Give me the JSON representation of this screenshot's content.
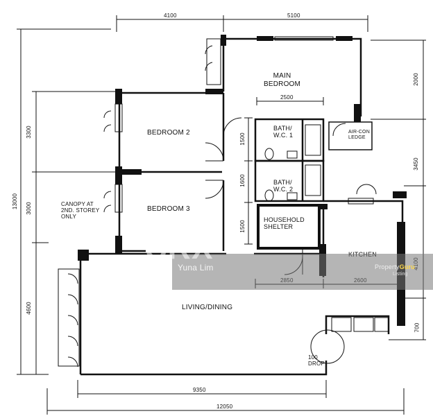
{
  "rooms": {
    "main_bedroom": "MAIN\nBEDROOM",
    "bedroom2": "BEDROOM 2",
    "bedroom3": "BEDROOM 3",
    "bath1": "BATH/\nW.C. 1",
    "bath2": "BATH/\nW.C. 2",
    "aircon": "AIR-CON\nLEDGE",
    "household": "HOUSEHOLD\nSHELTER",
    "kitchen": "KITCHEN",
    "living": "LIVING/DINING",
    "canopy": "CANOPY AT\n2ND. STOREY\nONLY",
    "drop": "100\nDROP"
  },
  "dimensions": {
    "top_left": "4100",
    "top_right": "5100",
    "inner_2500": "2500",
    "bottom_9350": "9350",
    "bottom_12050": "12050",
    "mid_2850": "2850",
    "mid_2600": "2600",
    "right_2000": "2000",
    "right_3450": "3450",
    "right_4100": "4100",
    "right_700": "700",
    "left_13000": "13000",
    "left_3300": "3300",
    "left_3000": "3000",
    "left_4600": "4600",
    "inner_1500": "1500",
    "inner_1600": "1600",
    "inner_1500b": "1500"
  },
  "watermark": {
    "big": "SRX",
    "name": "Yuna Lim",
    "brand_a": "Property",
    "brand_b": "Guru",
    "brand_sub": "Listing"
  }
}
